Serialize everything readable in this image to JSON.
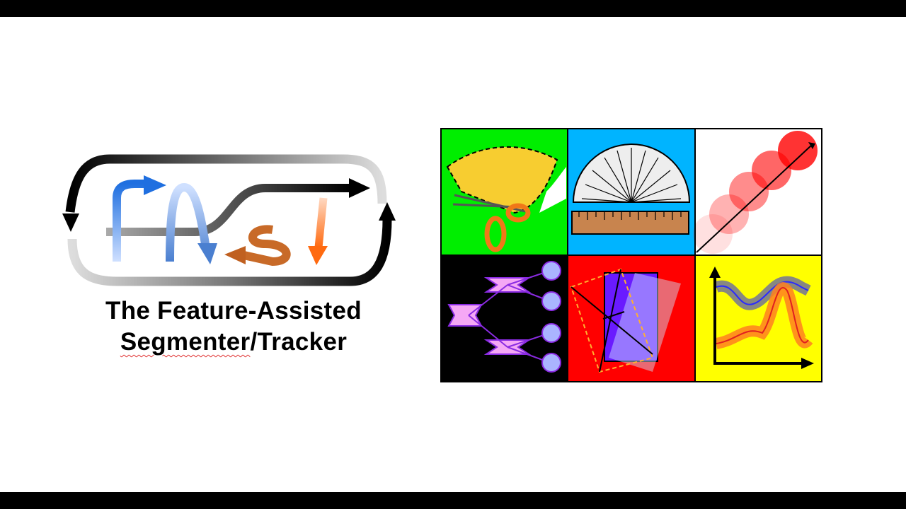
{
  "title": {
    "line1": "The Feature-Assisted",
    "line2_part1": "Segmenter",
    "line2_part2": "/Tracker"
  },
  "logo": {
    "text": "FAST"
  },
  "panels": [
    {
      "name": "segmentation",
      "icon": "scissors-icon",
      "color": "#00ee00"
    },
    {
      "name": "measurement",
      "icon": "protractor-ruler-icon",
      "color": "#00b4ff"
    },
    {
      "name": "tracking",
      "icon": "tracked-circles-icon",
      "color": "#ffffff"
    },
    {
      "name": "division",
      "icon": "cell-division-tree-icon",
      "color": "#000000"
    },
    {
      "name": "shape-fitting",
      "icon": "rectangle-fit-icon",
      "color": "#ff0000"
    },
    {
      "name": "plotting",
      "icon": "line-plot-icon",
      "color": "#ffff00"
    }
  ],
  "colors": {
    "bar": "#000000",
    "background": "#ffffff"
  }
}
